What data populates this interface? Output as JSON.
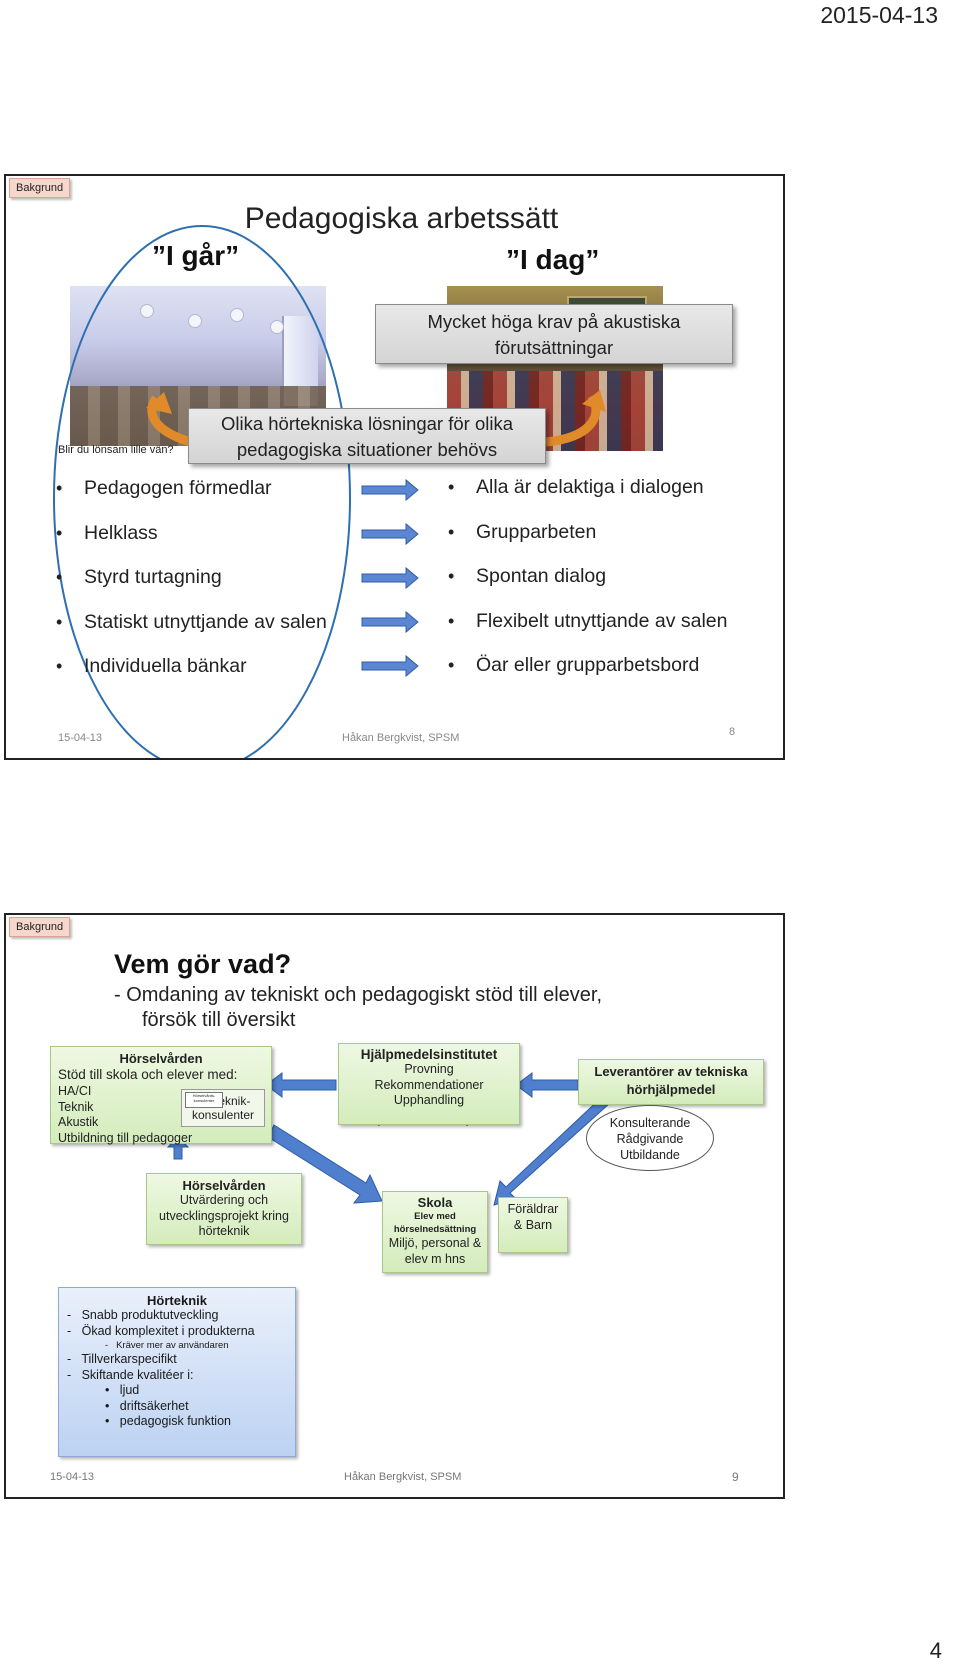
{
  "page": {
    "date": "2015-04-13",
    "number": "4"
  },
  "slide1": {
    "tag": "Bakgrund",
    "title": "Pedagogiska arbetssätt",
    "past_label": "”I går”",
    "present_label": "”I dag”",
    "callout_top": "Mycket höga krav på akustiska förutsättningar",
    "callout_middle": "Olika hörtekniska lösningar för olika pedagogiska situationer behövs",
    "image_caption": "Blir du lönsam lille vän?",
    "left_items": [
      "Pedagogen förmedlar",
      "Helklass",
      "Styrd turtagning",
      "Statiskt utnyttjande av salen",
      "Individuella bänkar"
    ],
    "right_items": [
      "Alla är delaktiga i dialogen",
      "Grupparbeten",
      "Spontan dialog",
      "Flexibelt utnyttjande av salen",
      "Öar  eller grupparbetsbord"
    ],
    "footer_date": "15-04-13",
    "footer_author": "Håkan Bergkvist, SPSM",
    "footer_page": "8",
    "colors": {
      "arrow": "#4a78c4",
      "ellipse": "#2e6fb0",
      "curved_arrow": "#e08a2a"
    }
  },
  "slide2": {
    "tag": "Bakgrund",
    "title": "Vem gör vad?",
    "subtitle_line1": "-   Omdaning av tekniskt och pedagogiskt stöd till elever,",
    "subtitle_line2": "försök till översikt",
    "horselvarden": {
      "title": "Hörselvården",
      "intro": "Stöd till skola och elever med:",
      "items": [
        "HA/CI",
        "Teknik",
        "Akustik",
        "Utbildning till pedagoger"
      ],
      "inner_label": "Hörteknik-konsulenter",
      "inner_small": "Hörselvårds-konsulenter"
    },
    "hjalpmedel": {
      "title": "Hjälpmedelsinstitutet",
      "items": [
        "Provning",
        "Rekommendationer",
        "Upphandling"
      ]
    },
    "leverantorer": {
      "title": "Leverantörer av tekniska hörhjälpmedel",
      "roles": [
        "Konsulterande",
        "Rådgivande",
        "Utbildande"
      ]
    },
    "horselvarden2": {
      "title": "Hörselvården",
      "text": "Utvärdering och utvecklingsprojekt kring hörteknik"
    },
    "skola": {
      "title": "Skola",
      "subtitle": "Elev med hörselnedsättning",
      "text": "Miljö, personal & elev m hns"
    },
    "foraldrar": {
      "text": "Föräldrar & Barn"
    },
    "horteknik": {
      "title": "Hörteknik",
      "items": [
        "Snabb produktutveckling",
        "Ökad komplexitet i produkterna"
      ],
      "subitem": "Kräver mer av användaren",
      "items2": [
        "Tillverkarspecifikt",
        "Skiftande kvalitéer i:"
      ],
      "bullets": [
        "ljud",
        "driftsäkerhet",
        "pedagogisk funktion"
      ]
    },
    "footer_date": "15-04-13",
    "footer_author": "Håkan Bergkvist, SPSM",
    "footer_page": "9",
    "colors": {
      "arrow": "#4a78c4",
      "cross": "#111111"
    }
  }
}
